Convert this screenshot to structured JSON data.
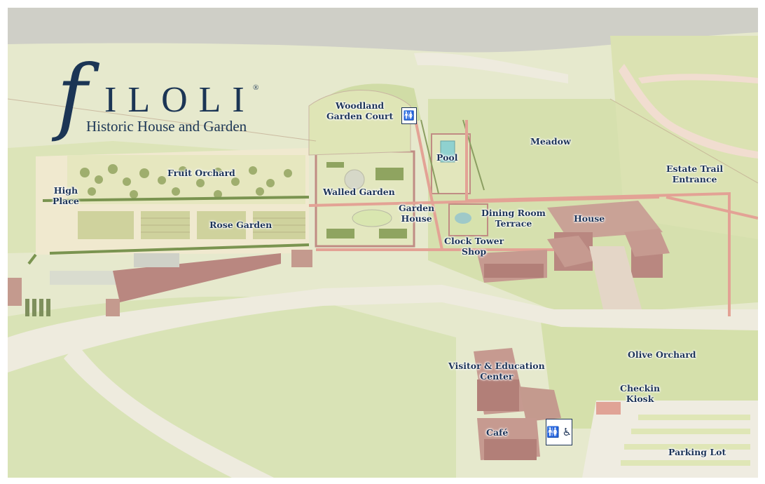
{
  "brand": {
    "logo_letter": "f",
    "logo_word": "ILOLI",
    "registered": "®",
    "tagline": "Historic House and Garden",
    "color": "#1b3555"
  },
  "labels": {
    "woodland_garden_court": [
      "Woodland",
      "Garden Court"
    ],
    "meadow": [
      "Meadow"
    ],
    "pool": [
      "Pool"
    ],
    "fruit_orchard": [
      "Fruit Orchard"
    ],
    "high_place": [
      "High",
      "Place"
    ],
    "walled_garden": [
      "Walled Garden"
    ],
    "estate_trail_entrance": [
      "Estate Trail",
      "Entrance"
    ],
    "garden_house": [
      "Garden",
      "House"
    ],
    "dining_room_terrace": [
      "Dining Room",
      "Terrace"
    ],
    "house": [
      "House"
    ],
    "rose_garden": [
      "Rose Garden"
    ],
    "clock_tower_shop": [
      "Clock Tower",
      "Shop"
    ],
    "visitor_education_center": [
      "Visitor & Education",
      "Center"
    ],
    "olive_orchard": [
      "Olive Orchard"
    ],
    "checkin_kiosk": [
      "Checkin",
      "Kiosk"
    ],
    "cafe": [
      "Café"
    ],
    "parking_lot": [
      "Parking Lot"
    ]
  },
  "amenities": {
    "restroom_north": {
      "icons": [
        "restroom-icon"
      ],
      "glyph": "🚻"
    },
    "restroom_south": {
      "icons": [
        "restroom-icon",
        "accessible-icon"
      ],
      "glyph": "🚻",
      "glyph2": "♿"
    }
  },
  "colors": {
    "grass_light": "#e8ead0",
    "grass": "#d8e2b0",
    "grass_dark": "#c9d59b",
    "path": "#f2efe3",
    "road": "#e4dfd0",
    "building_roof": "#c49a8e",
    "building_wall": "#a86f6a",
    "label": "#1d3458",
    "hedge": "#6f8a45"
  }
}
